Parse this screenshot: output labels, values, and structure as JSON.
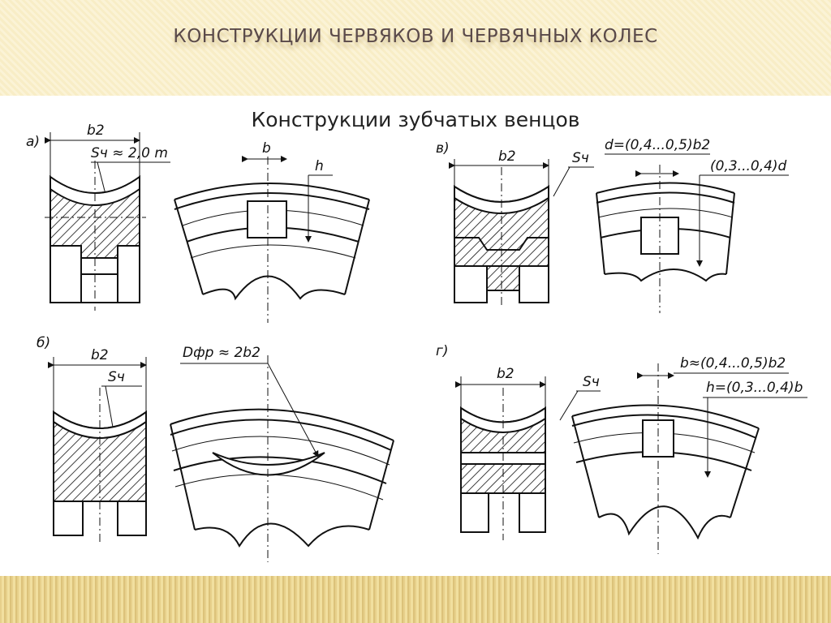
{
  "slide": {
    "title": "КОНСТРУКЦИИ ЧЕРВЯКОВ И ЧЕРВЯЧНЫХ КОЛЕС",
    "subtitle": "Конструкции зубчатых венцов"
  },
  "figures": {
    "a": {
      "letter": "а)",
      "width": "b2",
      "tooth": "Sч ≈ 2,0 m",
      "slot_b": "b",
      "slot_h": "h"
    },
    "b": {
      "letter": "б)",
      "width": "b2",
      "tooth": "Sч",
      "diameter": "Dфр ≈ 2b2"
    },
    "v": {
      "letter": "в)",
      "width": "b2",
      "tooth": "Sч",
      "d_formula": "d=(0,4...0,5)b2",
      "depth": "(0,3...0,4)d"
    },
    "g": {
      "letter": "г)",
      "width": "b2",
      "tooth": "Sч",
      "b_formula": "b≈(0,4...0,5)b2",
      "h_formula": "h=(0,3...0,4)b"
    }
  }
}
